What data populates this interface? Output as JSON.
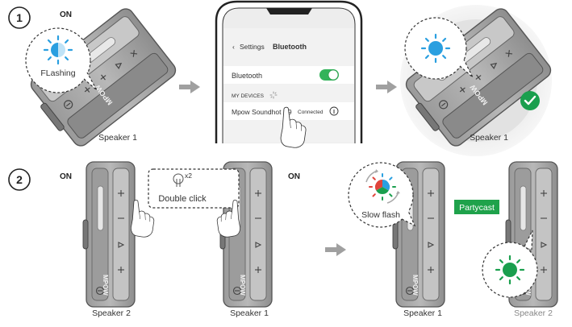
{
  "colors": {
    "speaker_body": "#a9a9a9",
    "speaker_dark": "#8b8b8b",
    "blue_light": "#2a9fe0",
    "green_light": "#1a9f4e",
    "toggle_green": "#33b35a",
    "partycast_green": "#1fa24b",
    "arrow_grey": "#a0a0a0",
    "slow_flash_red": "#e0443c",
    "slow_flash_blue": "#2a9fe0",
    "slow_flash_green": "#1a9f4e"
  },
  "icons": [
    "step-number-icon",
    "led-light-icon",
    "arrow-right-icon",
    "check-badge-icon",
    "finger-tap-icon",
    "pointing-hand-icon",
    "bluetooth-speaker-icon",
    "smartphone-icon"
  ],
  "step1": {
    "number": "1",
    "state_label": "ON",
    "led_caption": "FLashing",
    "speaker_left_caption": "Speaker 1",
    "speaker_right_caption": "Speaker 1",
    "phone": {
      "back_label": "Settings",
      "title": "Bluetooth",
      "bluetooth_label": "Bluetooth",
      "bluetooth_on": true,
      "section_header": "MY DEVICES",
      "device_name": "Mpow Soundhot R9",
      "device_status": "Connected"
    }
  },
  "step2": {
    "number": "2",
    "state_label_left": "ON",
    "state_label_right": "ON",
    "tap_count": "x2",
    "double_click_label": "Double click",
    "slow_flash_label": "Slow flash",
    "partycast_label": "Partycast",
    "caption_speaker2_left": "Speaker 2",
    "caption_speaker1_mid": "Speaker 1",
    "caption_speaker1_right": "Speaker 1",
    "caption_speaker2_right": "Speaker 2"
  }
}
